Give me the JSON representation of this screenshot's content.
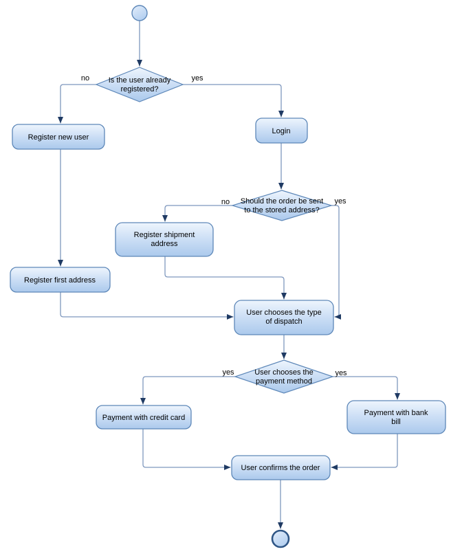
{
  "diagram": {
    "type": "flowchart",
    "background": "#ffffff",
    "colors": {
      "node_fill_top": "#eaf2fc",
      "node_fill_bottom": "#abc9ec",
      "node_border": "#5d87b8",
      "edge_line": "#7e97bd",
      "arrowhead": "#1f3a63",
      "end_node_border": "#2f5686",
      "text": "#000000"
    },
    "nodes": {
      "start": {
        "kind": "initial-node"
      },
      "decision_registered": {
        "line1": "Is the user already",
        "line2": "registered?"
      },
      "register_new_user": {
        "label": "Register new user"
      },
      "login": {
        "label": "Login"
      },
      "decision_stored_address": {
        "line1": "Should the order be sent",
        "line2": "to the stored address?"
      },
      "register_shipment_address": {
        "line1": "Register shipment",
        "line2": "address"
      },
      "register_first_address": {
        "label": "Register first address"
      },
      "choose_dispatch": {
        "line1": "User chooses the type",
        "line2": "of dispatch"
      },
      "decision_payment": {
        "line1": "User chooses the",
        "line2": "payment method"
      },
      "payment_credit_card": {
        "label": "Payment with credit card"
      },
      "payment_bank_bill": {
        "line1": "Payment with bank",
        "line2": "bill"
      },
      "confirm_order": {
        "label": "User confirms the order"
      },
      "end": {
        "kind": "final-node"
      }
    },
    "edge_labels": {
      "registered_no": "no",
      "registered_yes": "yes",
      "stored_no": "no",
      "stored_yes": "yes",
      "payment_left_yes": "yes",
      "payment_right_yes": "yes"
    }
  }
}
